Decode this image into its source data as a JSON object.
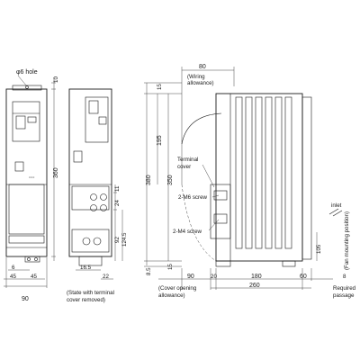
{
  "dims": {
    "hole": "φ6 hole",
    "front_top": "10",
    "front_height": "360",
    "front_width": "90",
    "front_bottom_6": "6",
    "front_45_left": "45",
    "front_45_right": "45",
    "mid_92": "92",
    "mid_124_5": "124.5",
    "mid_16_5": "16.5",
    "mid_22": "22",
    "mid_24": "24",
    "mid_11": "11",
    "side_80": "80",
    "side_15_top": "15",
    "side_195": "195",
    "side_380": "380",
    "side_350": "350",
    "side_15_bot": "15",
    "side_8_5": "8.5",
    "side_90": "90",
    "side_20": "20",
    "side_180": "180",
    "side_60": "60",
    "side_8": "8",
    "side_260": "260",
    "side_105": "105"
  },
  "labels": {
    "wiring_1": "(Wiring",
    "wiring_2": "allowance)",
    "terminal_cover_1": "Terminal",
    "terminal_cover_2": "cover",
    "m6_screw": "2-M6 screw",
    "m4_screw": "2-M4 screw",
    "state_1": "(State with terminal",
    "state_2": "cover removed)",
    "cover_open_1": "(Cover opening",
    "cover_open_2": "allowance)",
    "required_1": "Required",
    "required_2": "passage",
    "inlet": "inlet",
    "fan_pos": "(Fan mounting position)"
  }
}
